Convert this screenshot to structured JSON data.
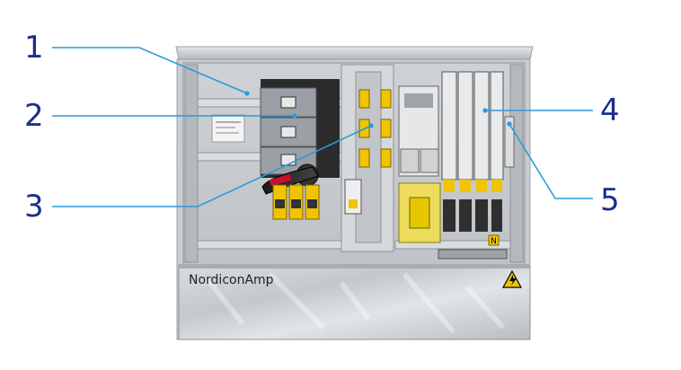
{
  "brand": {
    "label": "NordiconAmp"
  },
  "terminal": {
    "label": "N"
  },
  "callouts": [
    {
      "label": "1"
    },
    {
      "label": "2"
    },
    {
      "label": "3"
    },
    {
      "label": "4"
    },
    {
      "label": "5"
    }
  ],
  "colors": {
    "leader_line": "#2a9bd8",
    "callout_text": "#1a2f8c",
    "fuse_yellow": "#f2c400",
    "switch_handle": "#c8102e"
  },
  "icons": {
    "warning": "high-voltage-warning-icon"
  }
}
